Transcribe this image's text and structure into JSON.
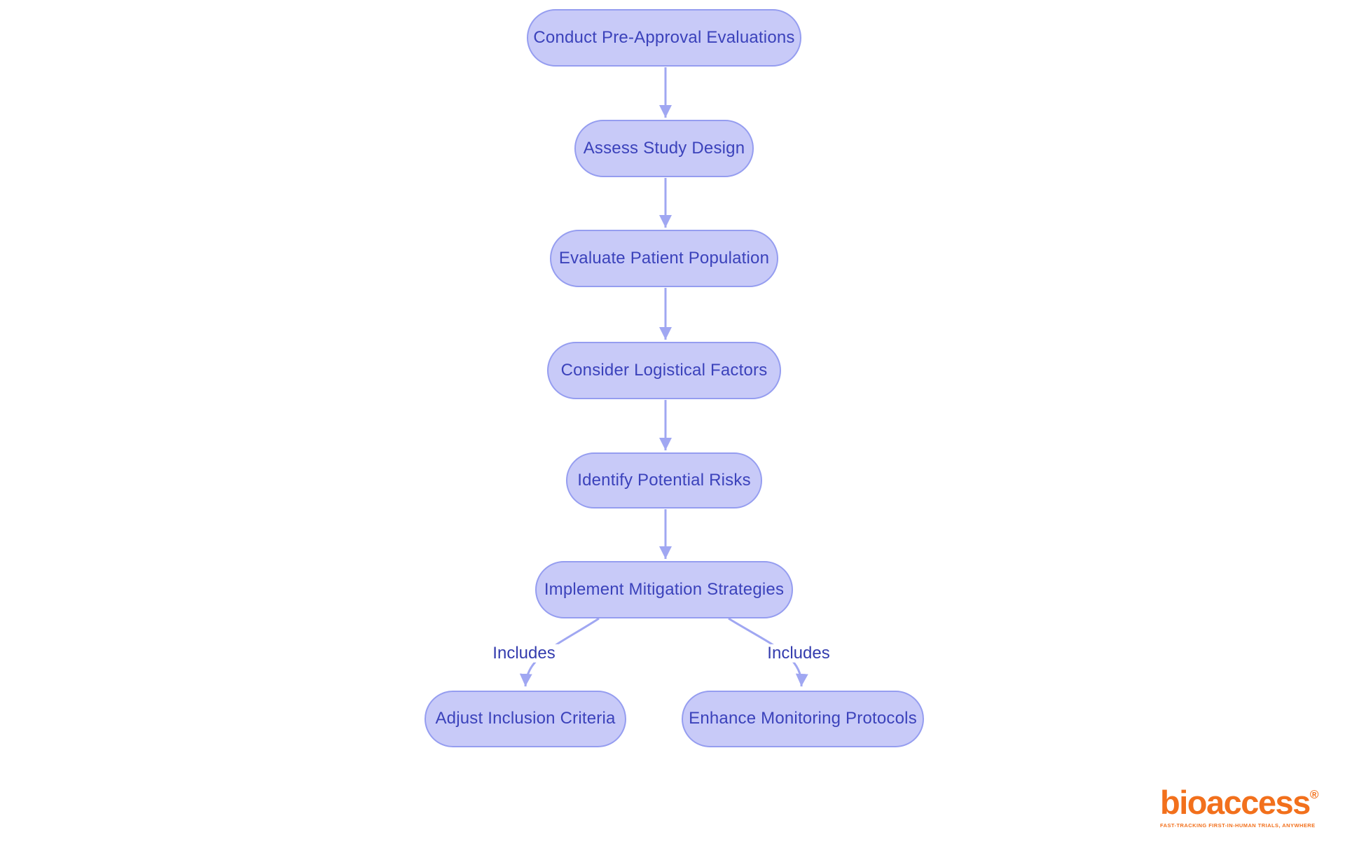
{
  "diagram": {
    "type": "flowchart",
    "direction": "top-down",
    "nodes": [
      {
        "id": "conduct-pre-approval-evaluations",
        "label": "Conduct Pre-Approval Evaluations"
      },
      {
        "id": "assess-study-design",
        "label": "Assess Study Design"
      },
      {
        "id": "evaluate-patient-population",
        "label": "Evaluate Patient Population"
      },
      {
        "id": "consider-logistical-factors",
        "label": "Consider Logistical Factors"
      },
      {
        "id": "identify-potential-risks",
        "label": "Identify Potential Risks"
      },
      {
        "id": "implement-mitigation-strategies",
        "label": "Implement Mitigation Strategies"
      },
      {
        "id": "adjust-inclusion-criteria",
        "label": "Adjust Inclusion Criteria"
      },
      {
        "id": "enhance-monitoring-protocols",
        "label": "Enhance Monitoring Protocols"
      }
    ],
    "edges": [
      {
        "from": "Conduct Pre-Approval Evaluations",
        "to": "Assess Study Design",
        "label": ""
      },
      {
        "from": "Assess Study Design",
        "to": "Evaluate Patient Population",
        "label": ""
      },
      {
        "from": "Evaluate Patient Population",
        "to": "Consider Logistical Factors",
        "label": ""
      },
      {
        "from": "Consider Logistical Factors",
        "to": "Identify Potential Risks",
        "label": ""
      },
      {
        "from": "Identify Potential Risks",
        "to": "Implement Mitigation Strategies",
        "label": ""
      },
      {
        "from": "Implement Mitigation Strategies",
        "to": "Adjust Inclusion Criteria",
        "label": "Includes"
      },
      {
        "from": "Implement Mitigation Strategies",
        "to": "Enhance Monitoring Protocols",
        "label": "Includes"
      }
    ]
  },
  "colors": {
    "background": "#ffffff",
    "node_fill": "#c8caf8",
    "node_border": "#959df0",
    "node_text": "#3b42bb",
    "edge_stroke": "#a0a7f2",
    "edge_label_text": "#343cae",
    "logo_orange": "#f2701c"
  },
  "logo": {
    "brand": "bioaccess",
    "registered_mark": "®",
    "tagline": "FAST-TRACKING FIRST-IN-HUMAN TRIALS, ANYWHERE"
  }
}
